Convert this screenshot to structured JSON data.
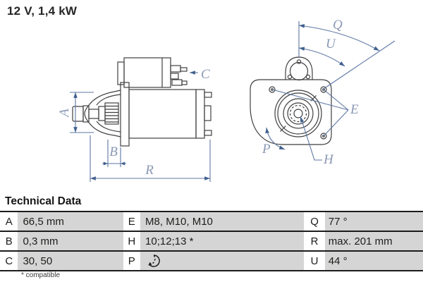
{
  "title": "12 V, 1,4 kW",
  "section": {
    "heading": "Technical Data",
    "footnote": "* compatible"
  },
  "diagram": {
    "description": "starter-motor technical drawing, side view and mounting-flange front view",
    "labels": {
      "A": "A",
      "B": "B",
      "C": "C",
      "R": "R",
      "Q": "Q",
      "U": "U",
      "E": "E",
      "P": "P",
      "H": "H"
    }
  },
  "table": {
    "rows": [
      {
        "cells": [
          {
            "key": "A",
            "value": "66,5 mm"
          },
          {
            "key": "E",
            "value": "M8, M10, M10"
          },
          {
            "key": "Q",
            "value": "77 °"
          }
        ]
      },
      {
        "cells": [
          {
            "key": "B",
            "value": "0,3 mm"
          },
          {
            "key": "H",
            "value": "10;12;13 *"
          },
          {
            "key": "R",
            "value": "max. 201 mm"
          }
        ]
      },
      {
        "cells": [
          {
            "key": "C",
            "value": "30, 50"
          },
          {
            "key": "P",
            "value": "",
            "icon": "clockwise-rotation-icon"
          },
          {
            "key": "U",
            "value": "44 °"
          }
        ]
      }
    ]
  },
  "colors": {
    "dimension_line": "#5d77a3",
    "dimension_label": "#8b99b5",
    "arrow_fill": "#40608f",
    "drawing_stroke": "#3f3f3f",
    "cell_gray": "#d5d5d5",
    "table_border": "#1c1c1c"
  }
}
